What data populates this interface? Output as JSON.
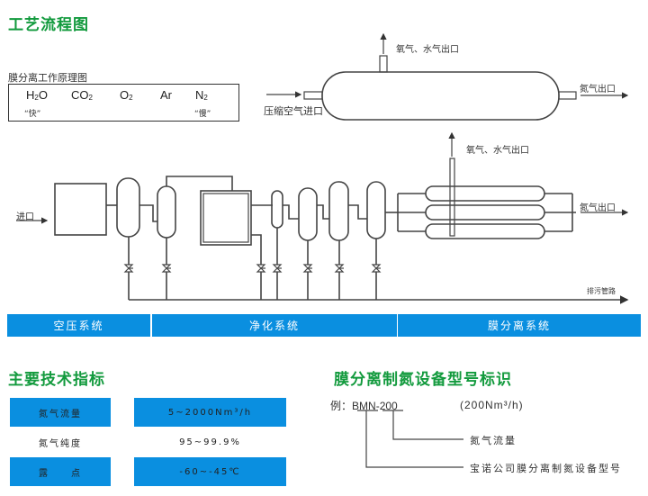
{
  "titles": {
    "process_flow": "工艺流程图",
    "specs": "主要技术指标",
    "model_id": "膜分离制氮设备型号标识"
  },
  "principle": {
    "label": "膜分离工作原理图",
    "gases": [
      {
        "base": "H",
        "sub": "2",
        "tail": "O"
      },
      {
        "base": "CO",
        "sub": "2",
        "tail": ""
      },
      {
        "base": "O",
        "sub": "2",
        "tail": ""
      },
      {
        "base": "Ar",
        "sub": "",
        "tail": ""
      },
      {
        "base": "N",
        "sub": "2",
        "tail": ""
      }
    ],
    "fast_label": "“快”",
    "slow_label": "“慢”"
  },
  "membrane_vessel": {
    "inlet": "压缩空气进口",
    "top_outlet": "氧气、水气出口",
    "right_outlet": "氮气出口"
  },
  "flow": {
    "inlet": "进口",
    "top_outlet": "氧气、水气出口",
    "right_outlet": "氮气出口",
    "drain": "排污管路"
  },
  "systems": [
    "空压系统",
    "净化系统",
    "膜分离系统"
  ],
  "specs": [
    {
      "name": "氮气流量",
      "value": "5~2000Nm³/h",
      "highlight": true
    },
    {
      "name": "氮气纯度",
      "value": "95~99.9%",
      "highlight": false
    },
    {
      "name": "露　　点",
      "value": "-60~-45℃",
      "highlight": true
    }
  ],
  "model": {
    "example_prefix": "例：",
    "code_part1": "BMN",
    "code_dash": "-",
    "code_part2": "200",
    "flow_note": "(200Nm³/h)",
    "part2_meaning": "氮气流量",
    "part1_meaning": "宝诺公司膜分离制氮设备型号"
  },
  "colors": {
    "title_green": "#129a3d",
    "bar_blue": "#0a8fe0",
    "line": "#444444"
  }
}
